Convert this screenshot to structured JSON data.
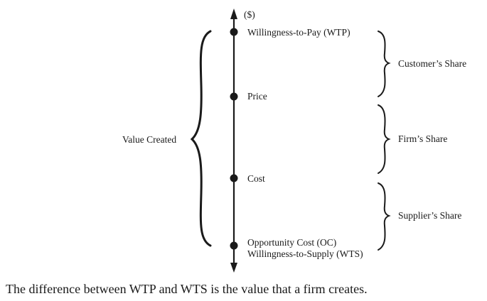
{
  "diagram": {
    "axis_unit": "($)",
    "points": {
      "wtp": "Willingness-to-Pay (WTP)",
      "price": "Price",
      "cost": "Cost",
      "oc_line1": "Opportunity Cost (OC)",
      "oc_line2": "Willingness-to-Supply (WTS)"
    },
    "left_label": "Value Created",
    "shares": {
      "customer": "Customer’s Share",
      "firm": "Firm’s Share",
      "supplier": "Supplier’s Share"
    },
    "caption": "The difference between WTP and WTS is the value that a firm creates."
  }
}
